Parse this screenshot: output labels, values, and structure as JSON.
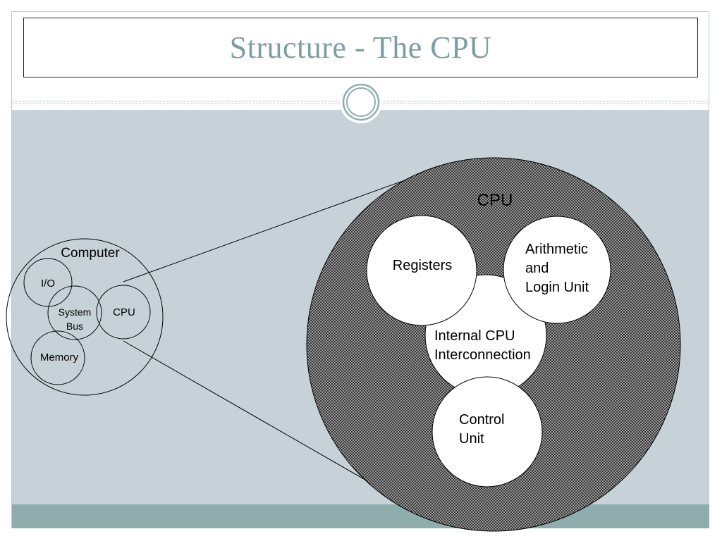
{
  "slide": {
    "title": "Structure - The CPU"
  },
  "computer": {
    "label": "Computer",
    "io": "I/O",
    "system_bus_line1": "System",
    "system_bus_line2": "Bus",
    "cpu": "CPU",
    "memory": "Memory"
  },
  "cpu_detail": {
    "label": "CPU",
    "registers": "Registers",
    "alu_line1": "Arithmetic",
    "alu_line2": "and",
    "alu_line3": "Login Unit",
    "interconnect_line1": "Internal CPU",
    "interconnect_line2": "Interconnection",
    "control_line1": "Control",
    "control_line2": "Unit"
  },
  "colors": {
    "title": "#7d9ea1",
    "body_panel": "#c6d2d8",
    "footer_band": "#8fadad",
    "accent_ring": "#8fadad"
  }
}
